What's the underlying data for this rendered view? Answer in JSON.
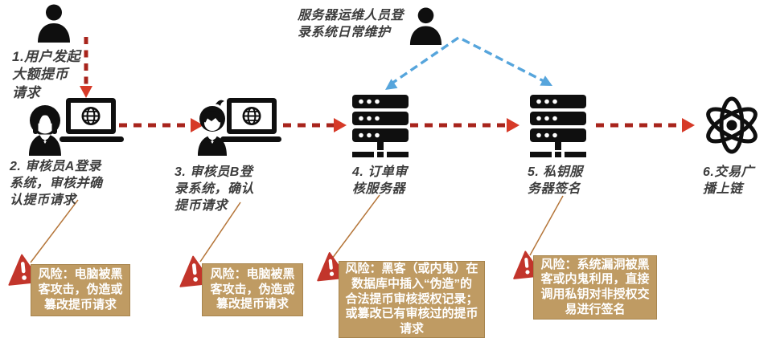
{
  "colors": {
    "arrow_dash_red": "#a8241c",
    "arrow_head_red": "#d63a28",
    "blue_arrow": "#56a5dc",
    "risk_box_bg": "#bf9b63",
    "risk_box_border": "#a8854e",
    "risk_text_color": "#ffffff",
    "warning_triangle_red": "#c2352b",
    "connector_line": "#b5763a",
    "label_text": "#3d3d3d",
    "icon_black": "#0f0f0f"
  },
  "ops_note": {
    "label": "服务器运维人员登\n录系统日常维护",
    "icon": "ops-person-icon"
  },
  "steps": [
    {
      "label": "1.用户发起\n大额提币\n请求",
      "icon": "user-icon"
    },
    {
      "label": "2. 审核员A登录\n系统，审核并确\n认提币请求",
      "icon": "reviewer-a-laptop-icon"
    },
    {
      "label": "3. 审核员B登\n录系统，确认\n提币请求",
      "icon": "reviewer-b-laptop-icon"
    },
    {
      "label": "4. 订单审\n核服务器",
      "icon": "order-server-icon"
    },
    {
      "label": "5. 私钥服\n务器签名",
      "icon": "key-server-icon"
    },
    {
      "label": "6.交易广\n播上链",
      "icon": "blockchain-atom-icon"
    }
  ],
  "risks": [
    {
      "text": "风险：电脑被黑\n客攻击，伪造或\n篡改提币请求",
      "icon": "warning-triangle-icon"
    },
    {
      "text": "风险：电脑被黑\n客攻击，伪造或\n篡改提币请求",
      "icon": "warning-triangle-icon"
    },
    {
      "text": "风险：黑客（或内鬼）在\n数据库中插入“伪造”的\n合法提币审核授权记录；\n或篡改已有审核过的提币\n请求",
      "icon": "warning-triangle-icon"
    },
    {
      "text": "风险：系统漏洞被黑\n客或内鬼利用，直接\n调用私钥对非授权交\n易进行签名",
      "icon": "warning-triangle-icon"
    }
  ]
}
